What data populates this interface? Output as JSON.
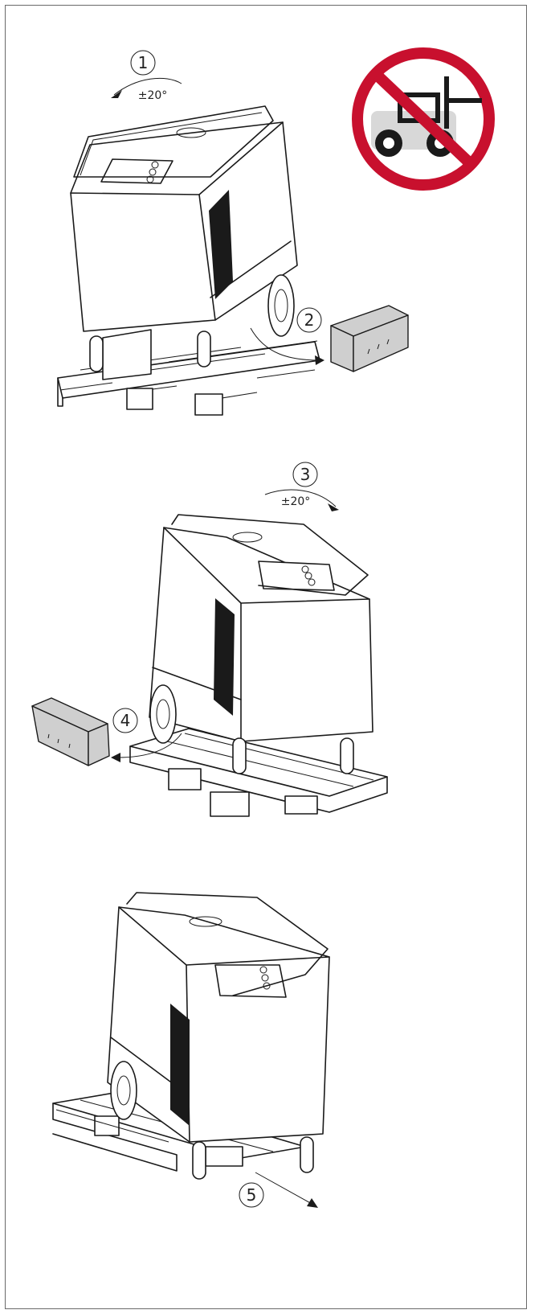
{
  "steps": [
    {
      "number": "1",
      "angle": "±20°"
    },
    {
      "number": "2"
    },
    {
      "number": "3",
      "angle": "±20°"
    },
    {
      "number": "4"
    },
    {
      "number": "5"
    }
  ],
  "icons": {
    "no_forklift": "no-forklift-prohibition-icon"
  },
  "colors": {
    "prohibition_red": "#c8102e",
    "box_gray": "#cfcfcf",
    "line": "#1a1a1a"
  }
}
